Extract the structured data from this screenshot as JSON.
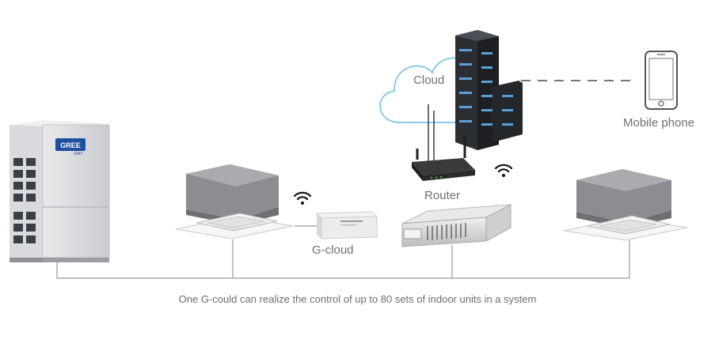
{
  "labels": {
    "cloud": "Cloud",
    "mobile_phone": "Mobile phone",
    "router": "Router",
    "gcloud": "G-cloud",
    "caption": "One G-could can realize the control of up to 80 sets of indoor units in a system"
  },
  "outdoor_unit": {
    "brand": "GREE",
    "badge": "GMV"
  },
  "colors": {
    "connection_line": "#9a9a9a",
    "cloud_outline": "#8fcbe8",
    "server_body": "#2b2e33",
    "server_leds": "#5aa0d8",
    "brand_blue": "#1f4fa0",
    "label_text": "#6f6f6f"
  }
}
